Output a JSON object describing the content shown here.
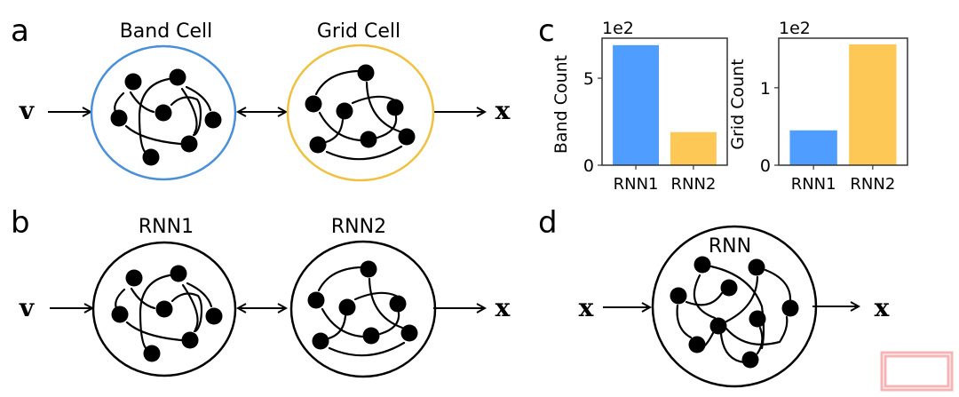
{
  "panels": {
    "a": {
      "label": "a",
      "input_label": "v",
      "output_label": "x",
      "modules": [
        {
          "title": "Band Cell",
          "outline_color": "#4a90d9"
        },
        {
          "title": "Grid Cell",
          "outline_color": "#f0c040"
        }
      ]
    },
    "b": {
      "label": "b",
      "input_label": "v",
      "output_label": "x",
      "modules": [
        {
          "title": "RNN1",
          "outline_color": "#000000"
        },
        {
          "title": "RNN2",
          "outline_color": "#000000"
        }
      ]
    },
    "c": {
      "label": "c"
    },
    "d": {
      "label": "d",
      "input_label": "x",
      "output_label": "x",
      "module": {
        "title": "RNN",
        "outline_color": "#000000"
      }
    }
  },
  "colors": {
    "rnn1_bar": "#4f9dff",
    "rnn2_bar": "#fdc856",
    "watermark": "#f5b5b5"
  },
  "chart_data": [
    {
      "type": "bar",
      "title": "",
      "categories": [
        "RNN1",
        "RNN2"
      ],
      "values": [
        6.9,
        1.9
      ],
      "scale_label": "1e2",
      "xlabel": "",
      "ylabel": "Band Count",
      "ylim": [
        0,
        7.3
      ],
      "yticks": [
        0,
        5
      ],
      "ytick_labels": [
        "0",
        "5"
      ],
      "grid": false
    },
    {
      "type": "bar",
      "title": "",
      "categories": [
        "RNN1",
        "RNN2"
      ],
      "values": [
        0.45,
        1.56
      ],
      "scale_label": "1e2",
      "xlabel": "",
      "ylabel": "Grid Count",
      "ylim": [
        0,
        1.64
      ],
      "yticks": [
        0,
        1
      ],
      "ytick_labels": [
        "0",
        "1"
      ],
      "grid": false
    }
  ]
}
